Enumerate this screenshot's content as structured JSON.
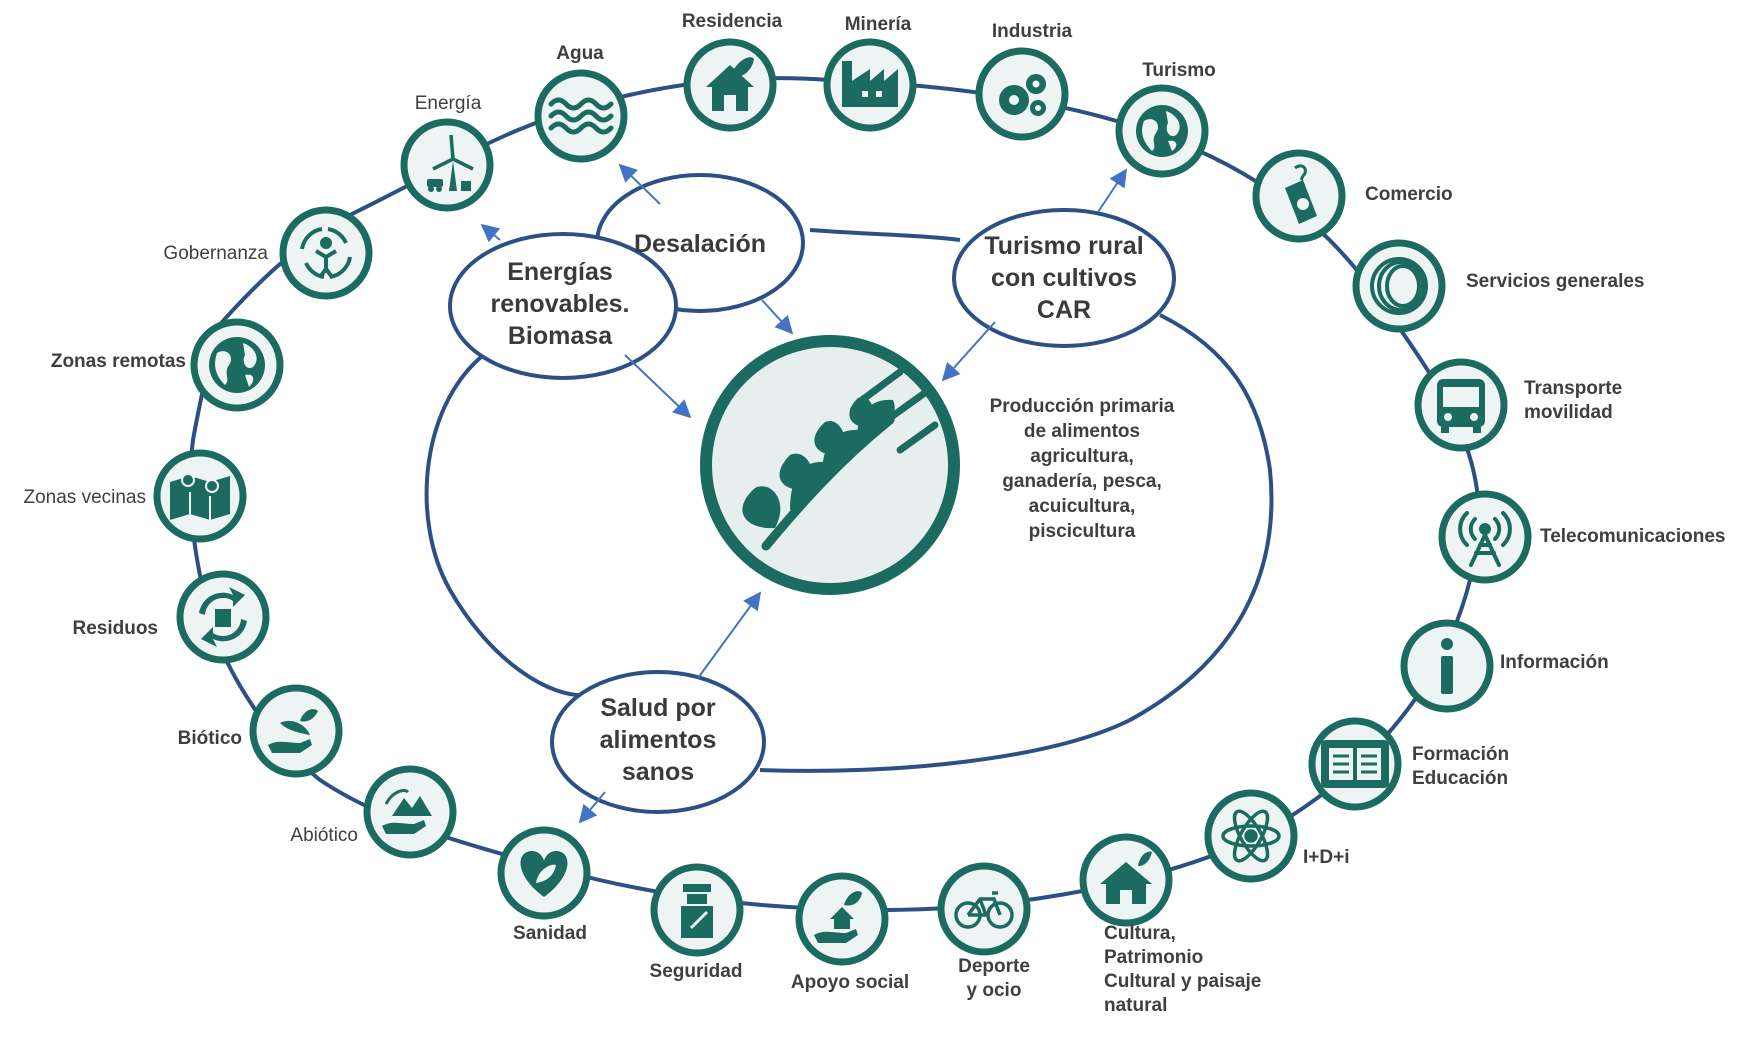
{
  "colors": {
    "teal": "#1b6b60",
    "teal_dark": "#145a50",
    "disc_bg": "#eef4f3",
    "navy_ring": "#2c4f86",
    "arrow": "#4472c4"
  },
  "central": {
    "icon": "wheat-icon",
    "text_lines": [
      "Producción primaria",
      "de alimentos",
      "agricultura,",
      "ganadería, pesca,",
      "acuicultura,",
      "piscicultura"
    ]
  },
  "bubbles": {
    "desalacion": [
      "Desalación"
    ],
    "energias": [
      "Energías",
      "renovables.",
      "Biomasa"
    ],
    "turismo_rural": [
      "Turismo rural",
      "con cultivos",
      "CAR"
    ],
    "salud": [
      "Salud por",
      "alimentos",
      "sanos"
    ]
  },
  "sectors": {
    "agua": {
      "label": [
        "Agua"
      ],
      "icon": "waves-icon"
    },
    "residencia": {
      "label": [
        "Residencia"
      ],
      "icon": "eco-house-icon"
    },
    "mineria": {
      "label": [
        "Minería"
      ],
      "icon": "factory-icon"
    },
    "industria": {
      "label": [
        "Industria"
      ],
      "icon": "gears-icon"
    },
    "turismo": {
      "label": [
        "Turismo"
      ],
      "icon": "globe-icon"
    },
    "comercio": {
      "label": [
        "Comercio"
      ],
      "icon": "price-tag-icon"
    },
    "servicios": {
      "label": [
        "Servicios generales"
      ],
      "icon": "swirl-icon"
    },
    "transporte": {
      "label": [
        "Transporte",
        "movilidad"
      ],
      "icon": "bus-icon"
    },
    "telecom": {
      "label": [
        "Telecomunicaciones"
      ],
      "icon": "antenna-icon"
    },
    "informacion": {
      "label": [
        "Información"
      ],
      "icon": "info-icon"
    },
    "formacion": {
      "label": [
        "Formación",
        "Educación"
      ],
      "icon": "book-icon"
    },
    "idi": {
      "label": [
        "I+D+i"
      ],
      "icon": "atom-icon"
    },
    "cultura": {
      "label": [
        "Cultura,",
        "Patrimonio",
        "Cultural y paisaje",
        "natural"
      ],
      "icon": "heritage-house-icon"
    },
    "deporte": {
      "label": [
        "Deporte",
        "y ocio"
      ],
      "icon": "bicycle-icon"
    },
    "apoyo": {
      "label": [
        "Apoyo social"
      ],
      "icon": "hand-house-icon"
    },
    "seguridad": {
      "label": [
        "Seguridad"
      ],
      "icon": "guard-icon"
    },
    "sanidad": {
      "label": [
        "Sanidad"
      ],
      "icon": "heart-leaf-icon"
    },
    "abiotico": {
      "label": [
        "Abiótico"
      ],
      "icon": "hand-landscape-icon"
    },
    "biotico": {
      "label": [
        "Biótico"
      ],
      "icon": "hand-bird-icon"
    },
    "residuos": {
      "label": [
        "Residuos"
      ],
      "icon": "recycle-bin-icon"
    },
    "zonas_vecinas": {
      "label": [
        "Zonas vecinas"
      ],
      "icon": "map-pins-icon"
    },
    "zonas_remotas": {
      "label": [
        "Zonas remotas"
      ],
      "icon": "earth-icon"
    },
    "gobernanza": {
      "label": [
        "Gobernanza"
      ],
      "icon": "people-cycle-icon"
    },
    "energia": {
      "label": [
        "Energía"
      ],
      "icon": "wind-turbine-icon"
    }
  }
}
